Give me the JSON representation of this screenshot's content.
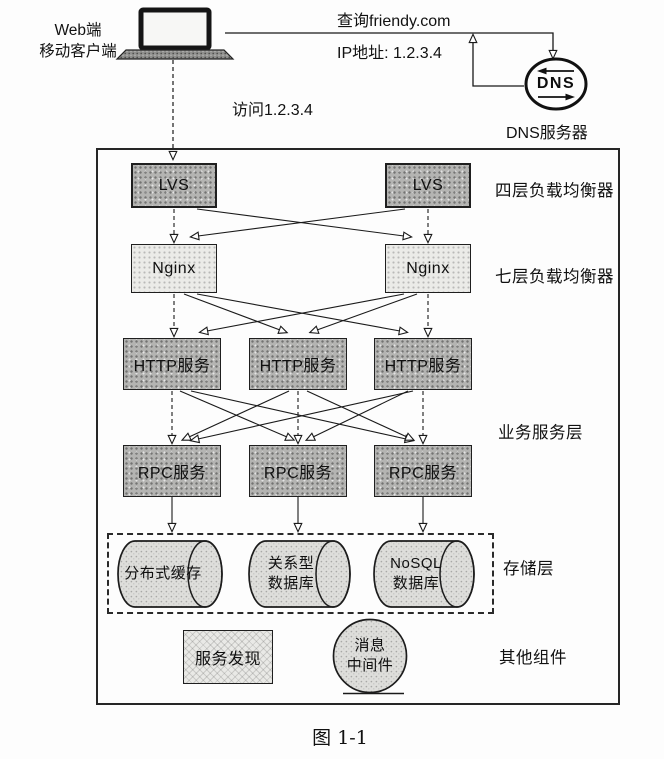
{
  "page": {
    "caption": "图 1-1",
    "background": "#fdfdfd",
    "ink": "#1a1a1a",
    "box_fill_dark": "#b4b4b2",
    "box_fill_light": "#ebebe8"
  },
  "client": {
    "line1": "Web端",
    "line2": "移动客户端",
    "access_label": "访问1.2.3.4"
  },
  "dns": {
    "query_label": "查询friendy.com",
    "ip_label": "IP地址: 1.2.3.4",
    "acronym": "DNS",
    "server_label": "DNS服务器"
  },
  "row_labels": {
    "l4": "四层负载均衡器",
    "l7": "七层负载均衡器",
    "business": "业务服务层",
    "storage": "存储层",
    "other": "其他组件"
  },
  "nodes": {
    "lvs": [
      {
        "label": "LVS"
      },
      {
        "label": "LVS"
      }
    ],
    "nginx": [
      {
        "label": "Nginx"
      },
      {
        "label": "Nginx"
      }
    ],
    "http": [
      {
        "label": "HTTP服务"
      },
      {
        "label": "HTTP服务"
      },
      {
        "label": "HTTP服务"
      }
    ],
    "rpc": [
      {
        "label": "RPC服务"
      },
      {
        "label": "RPC服务"
      },
      {
        "label": "RPC服务"
      }
    ],
    "storage": [
      {
        "line1": "分布式缓存",
        "line2": ""
      },
      {
        "line1": "关系型",
        "line2": "数据库"
      },
      {
        "line1": "NoSQL",
        "line2": "数据库"
      }
    ],
    "discovery": {
      "label": "服务发现"
    },
    "mq": {
      "line1": "消息",
      "line2": "中间件"
    }
  }
}
